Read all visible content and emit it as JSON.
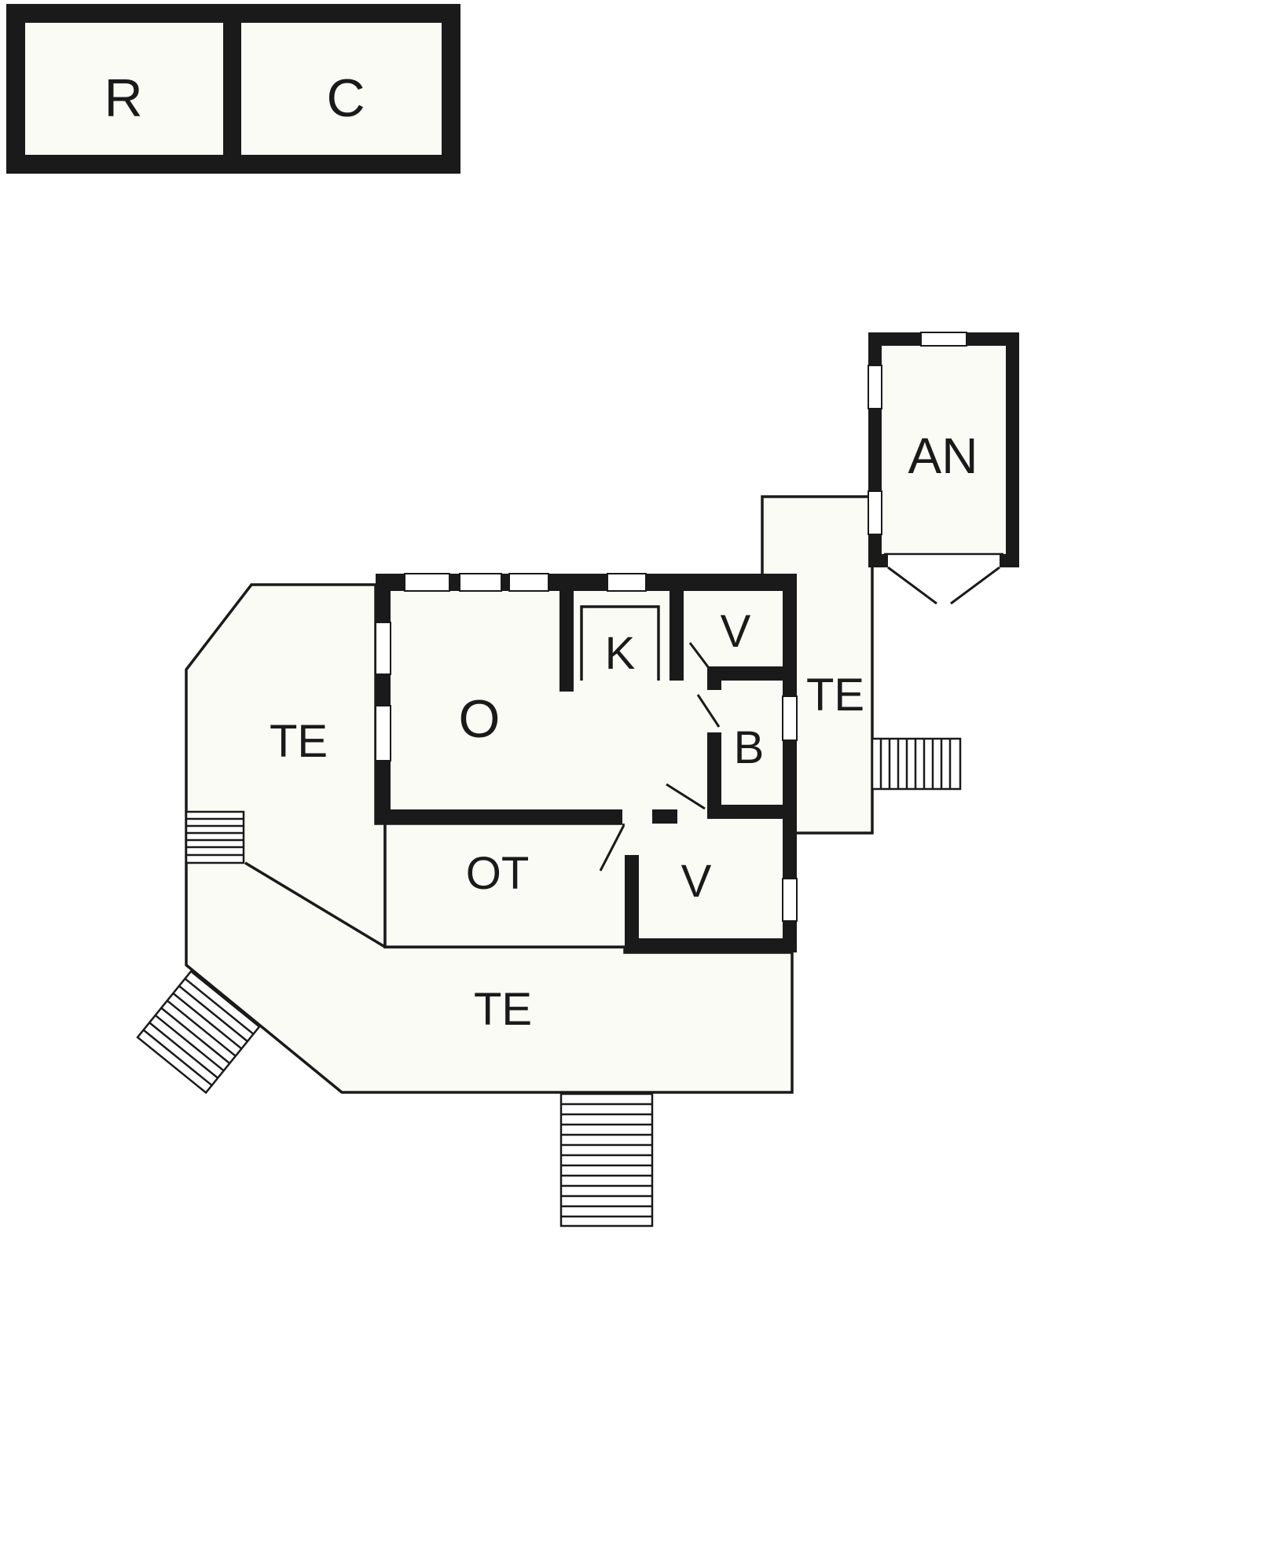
{
  "document": {
    "type": "floor-plan"
  },
  "colors": {
    "wall": "#1a1a1a",
    "floor": "#fbfbf5",
    "line": "#1a1a1a",
    "background": "#ffffff"
  },
  "outbuilding": {
    "room_r": "R",
    "room_c": "C"
  },
  "annex": {
    "label": "AN"
  },
  "house": {
    "o": "O",
    "k": "K",
    "v_top": "V",
    "b": "B",
    "ot": "OT",
    "v_bottom": "V"
  },
  "terraces": {
    "left": "TE",
    "right": "TE",
    "bottom": "TE"
  }
}
